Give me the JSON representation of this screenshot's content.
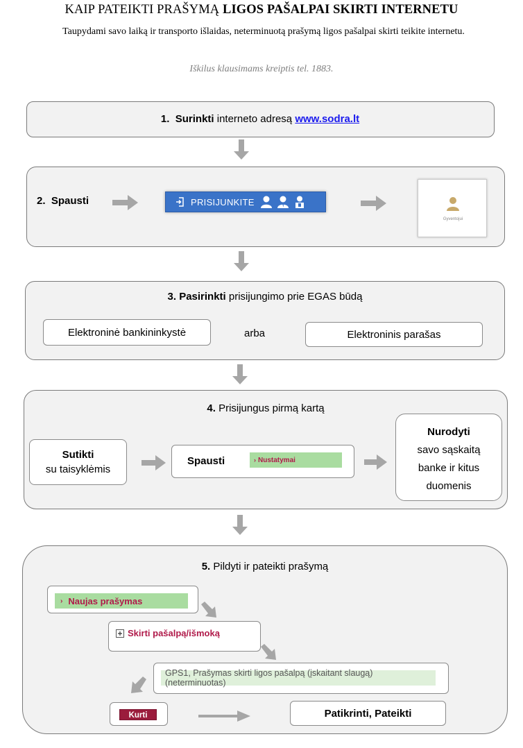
{
  "header": {
    "title_plain": "KAIP PATEIKTI PRAŠYMĄ ",
    "title_bold": "LIGOS PAŠALPAI SKIRTI INTERNETU",
    "intro": "Taupydami savo laiką ir transporto išlaidas, neterminuotą prašymą ligos pašalpai skirti teikite internetu.",
    "contact": "Iškilus klausimams kreiptis tel. 1883."
  },
  "step1": {
    "num": "1.",
    "verb": "Surinkti",
    "text": " interneto adresą ",
    "link": "www.sodra.lt"
  },
  "step2": {
    "num": "2.",
    "verb": "Spausti",
    "login_label": "PRISIJUNKITE",
    "card_label": "Gyventojui"
  },
  "step3": {
    "num": "3.",
    "verb": "Pasirinkti",
    "text": " prisijungimo prie EGAS būdą",
    "option1": "Elektroninė bankininkystė",
    "or": "arba",
    "option2": "Elektroninis parašas"
  },
  "step4": {
    "num": "4.",
    "text": "Prisijungus pirmą kartą",
    "agree_bold": "Sutikti",
    "agree_text": "su taisyklėmis",
    "press": "Spausti",
    "settings": "Nustatymai",
    "specify_bold": "Nurodyti",
    "specify_text": "savo sąskaitą banke ir kitus duomenis"
  },
  "step5": {
    "num": "5.",
    "text": "Pildyti ir pateikti prašymą",
    "new_request": "Naujas prašymas",
    "grant": "Skirti pašalpą/išmoką",
    "gps1": "GPS1, Prašymas skirti ligos pašalpą (įskaitant slaugą) (neterminuotas)",
    "create": "Kurti",
    "check_submit": "Patikrinti, Pateikti"
  },
  "colors": {
    "box_bg": "#f2f2f2",
    "login_blue": "#3a73c8",
    "green_highlight": "#a9dca0",
    "maroon": "#9b1c3c",
    "link_blue": "#1a1aee",
    "arrow_gray": "#a6a6a6"
  }
}
